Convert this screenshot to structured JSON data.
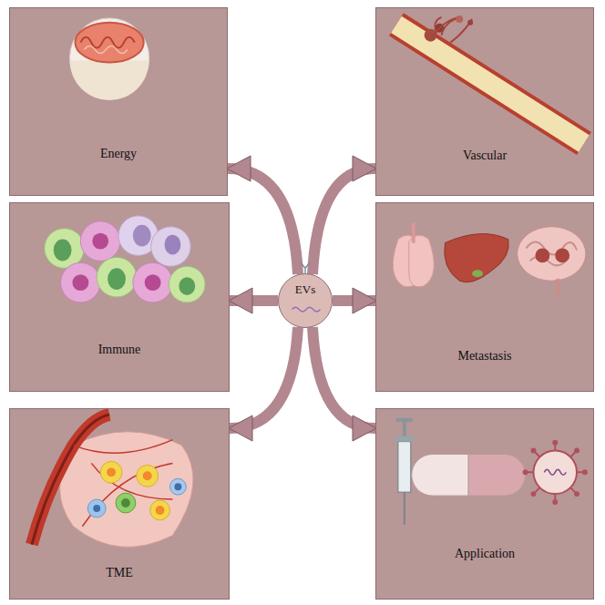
{
  "diagram": {
    "nodes": [
      {
        "text": [
          "Energy"
        ]
      },
      {
        "text": [
          "Vascular"
        ]
      },
      {
        "text": [
          "Immune"
        ]
      },
      {
        "text": [
          "EVs"
        ]
      },
      {
        "text": [
          "Metastasis"
        ]
      },
      {
        "text": [
          "TME"
        ]
      },
      {
        "text": [
          "Application"
        ]
      }
    ],
    "edges": [
      {
        "from": 3,
        "to": 0,
        "arrow": "to"
      },
      {
        "from": 3,
        "to": 1,
        "arrow": "to"
      },
      {
        "from": 3,
        "to": 2,
        "arrow": "to"
      },
      {
        "from": 3,
        "to": 4,
        "arrow": "to"
      },
      {
        "from": 3,
        "to": 5,
        "arrow": "to"
      },
      {
        "from": 3,
        "to": 6,
        "arrow": "to"
      }
    ]
  }
}
